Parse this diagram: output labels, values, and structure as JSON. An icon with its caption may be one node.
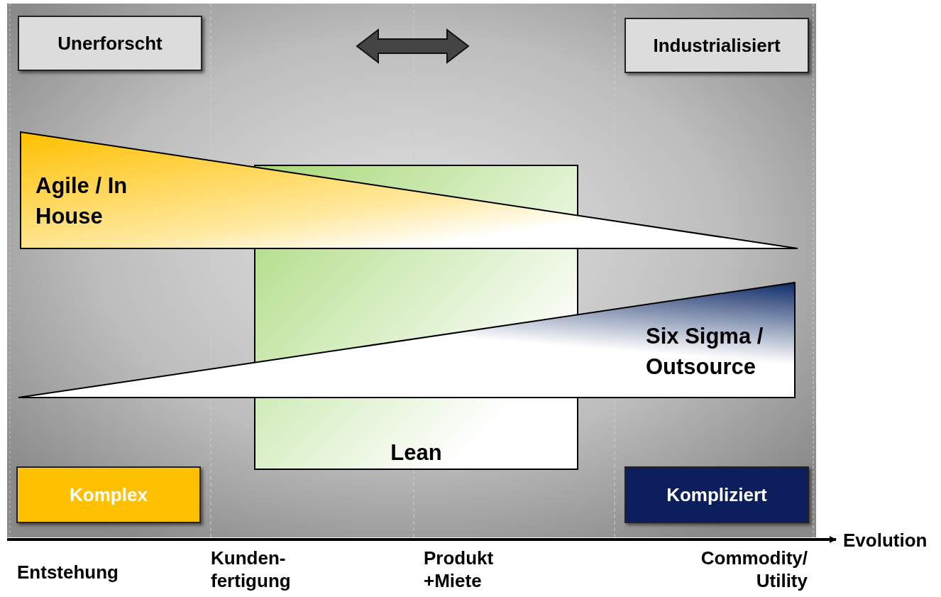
{
  "diagram": {
    "nodes": [
      {
        "text": [
          "Unerforscht"
        ]
      },
      {
        "text": [
          "Industrialisiert"
        ]
      },
      {
        "text": [
          "Agile / In House"
        ]
      },
      {
        "text": [
          "Lean"
        ]
      },
      {
        "text": [
          "Six Sigma / Outsource"
        ]
      },
      {
        "text": [
          "Komplex"
        ]
      },
      {
        "text": [
          "Kompliziert"
        ]
      }
    ],
    "edges": [],
    "labels": [
      "Evolution",
      "Entstehung",
      "Kunden- fertigung",
      "Produkt +Miete",
      "Commodity/ Utility"
    ]
  }
}
